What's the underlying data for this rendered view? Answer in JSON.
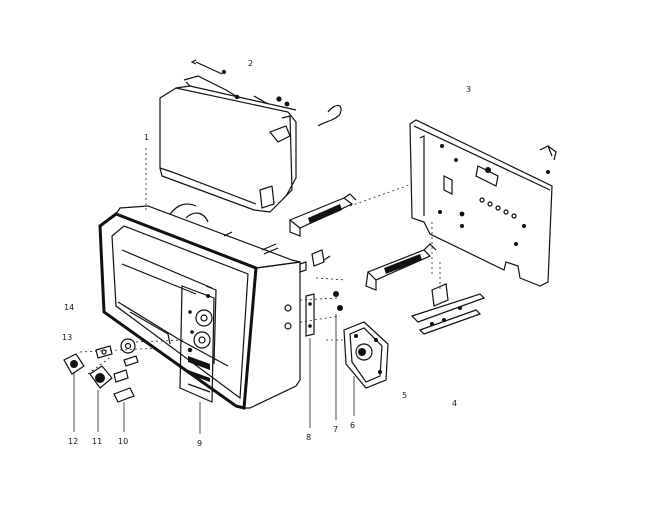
{
  "diagram": {
    "part_labels": [
      {
        "id": "p1",
        "text": "1"
      },
      {
        "id": "p2",
        "text": "2"
      },
      {
        "id": "p3",
        "text": "3"
      },
      {
        "id": "p4",
        "text": "4"
      },
      {
        "id": "p5",
        "text": "5"
      },
      {
        "id": "p6",
        "text": "6"
      },
      {
        "id": "p7",
        "text": "7"
      },
      {
        "id": "p8",
        "text": "8"
      },
      {
        "id": "p9",
        "text": "9"
      },
      {
        "id": "p10",
        "text": "10"
      },
      {
        "id": "p11",
        "text": "11"
      },
      {
        "id": "p12",
        "text": "12"
      },
      {
        "id": "p13",
        "text": "13"
      },
      {
        "id": "p14",
        "text": "14"
      }
    ]
  }
}
